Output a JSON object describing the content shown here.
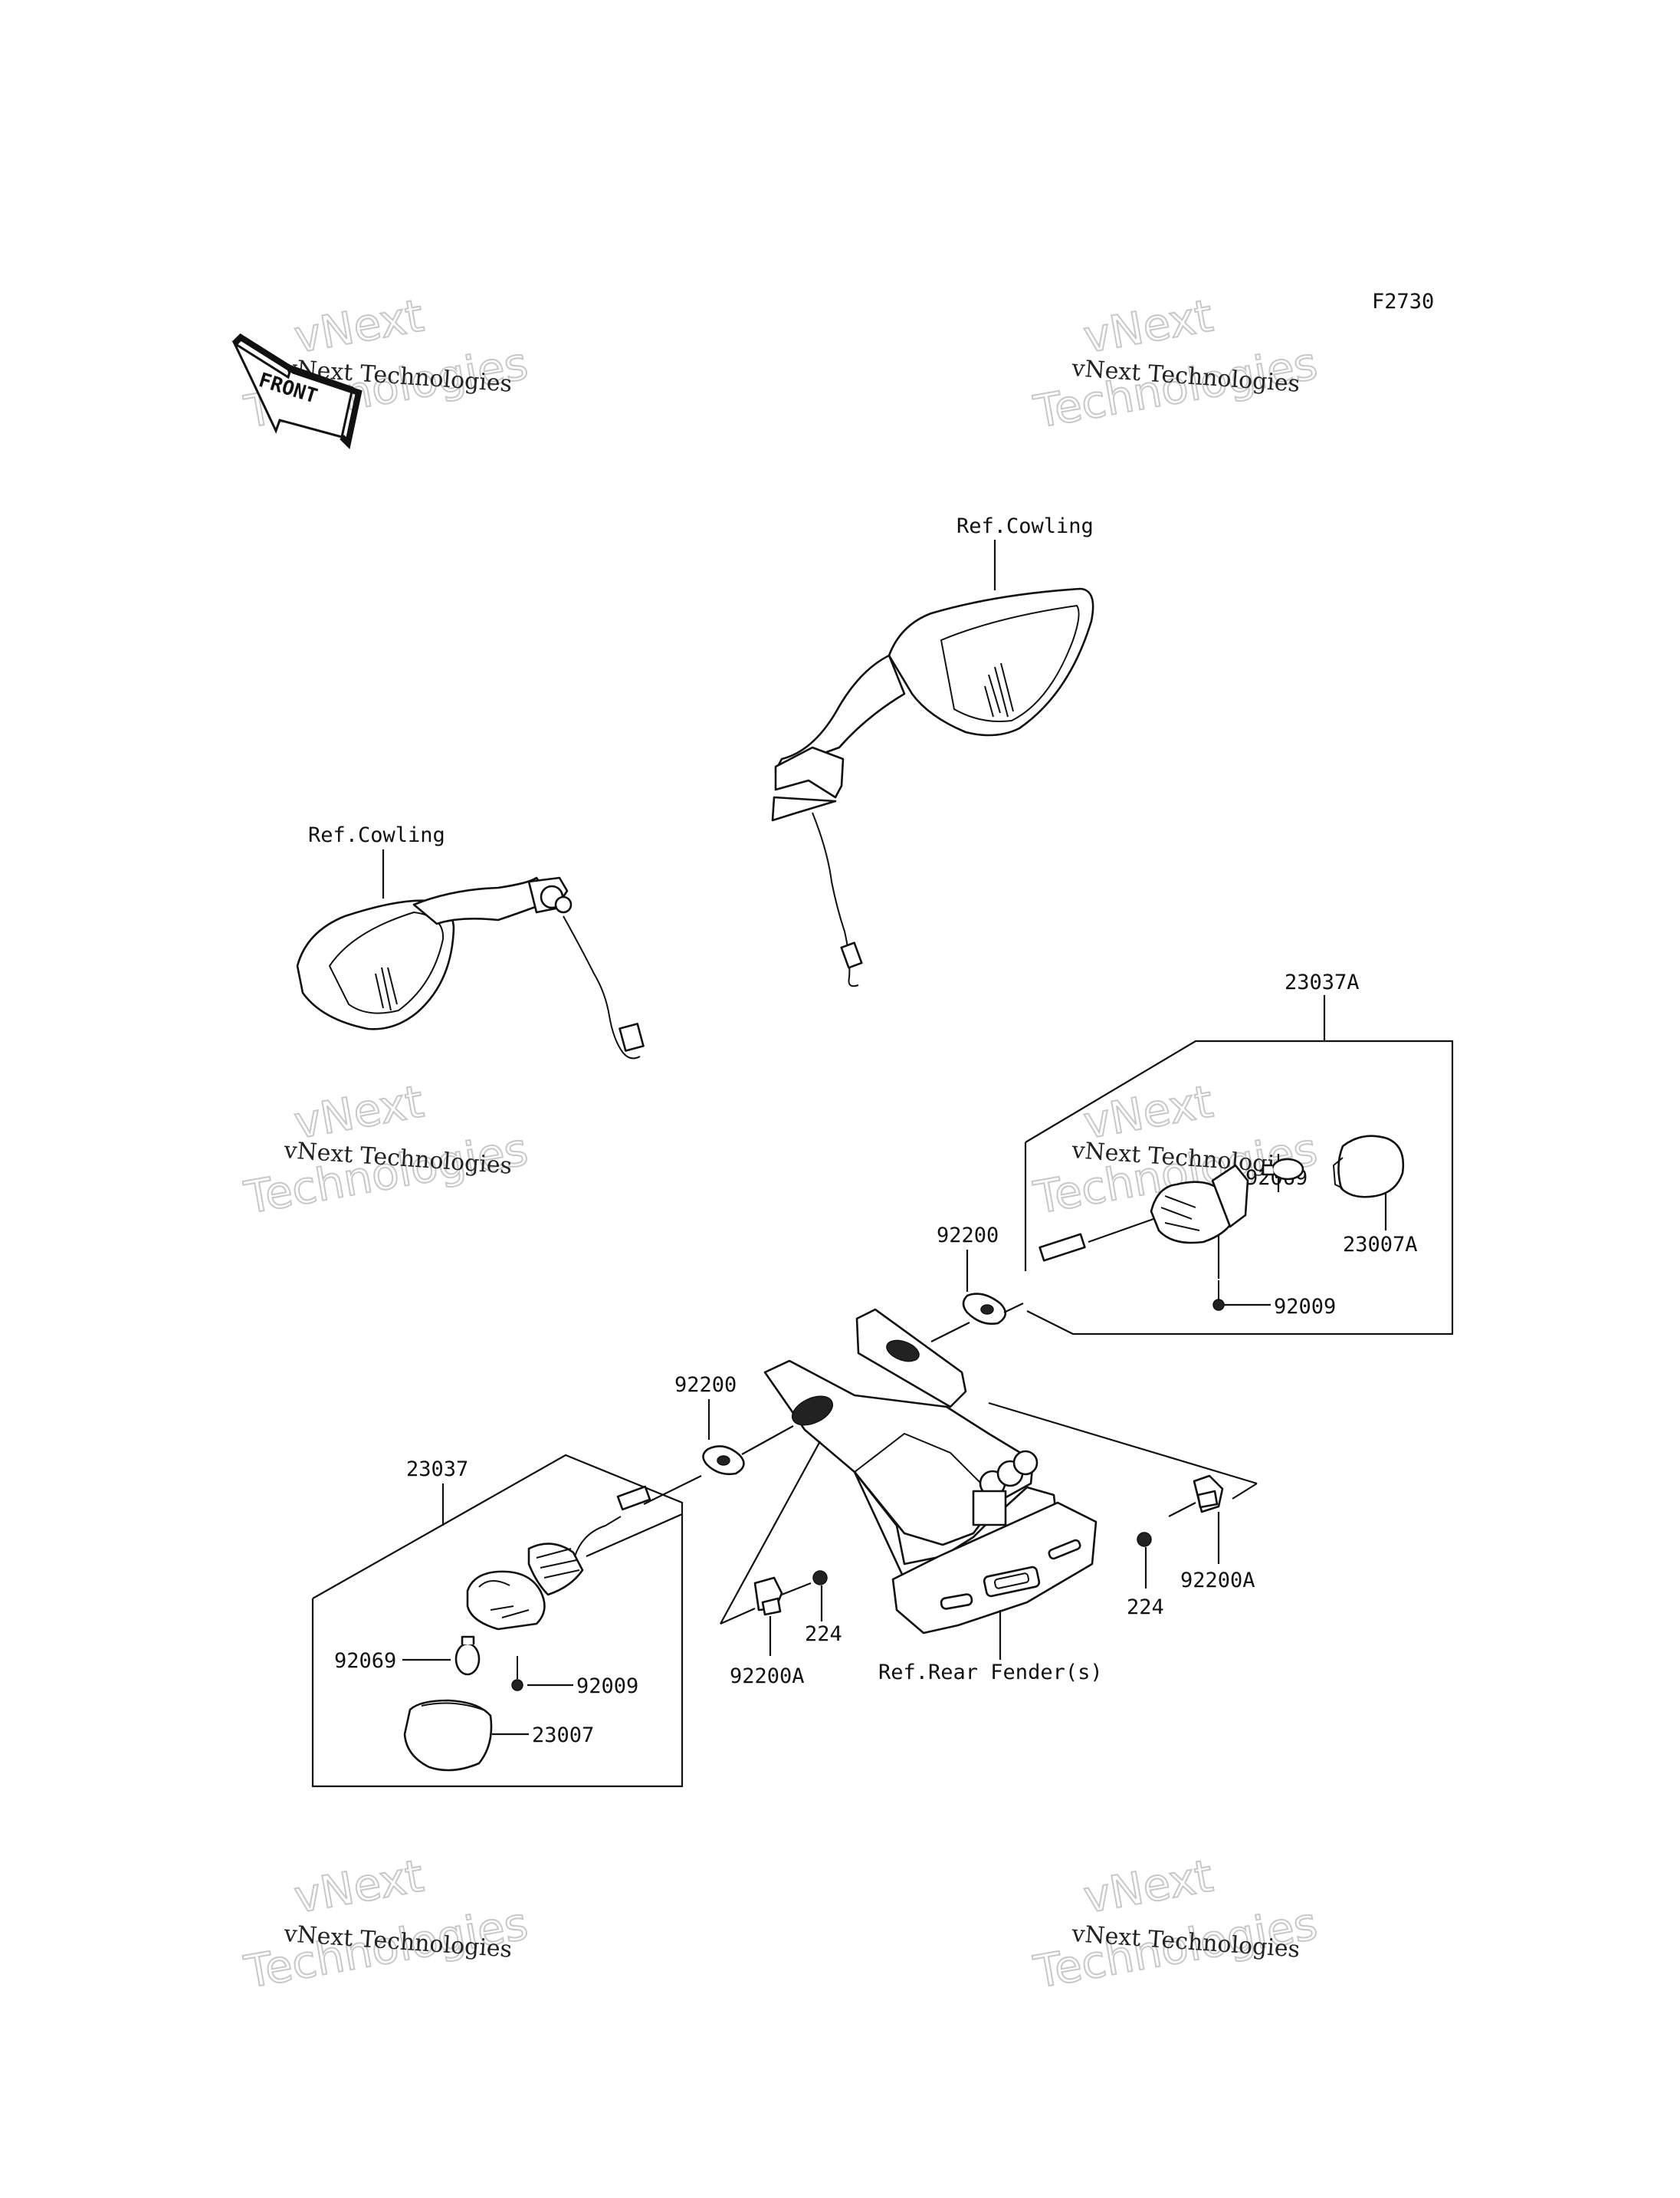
{
  "diagram_code": "F2730",
  "direction_label": "FRONT",
  "watermark": {
    "line1": "vNext",
    "line2": "Technologies",
    "caption": "vNext Technologies"
  },
  "labels": {
    "ref_cowling_right": "Ref.Cowling",
    "ref_cowling_left": "Ref.Cowling",
    "part_23037A": "23037A",
    "part_92069_right": "92069",
    "part_23007A": "23007A",
    "part_92200_right": "92200",
    "part_92009_right": "92009",
    "part_92200_left": "92200",
    "part_23037": "23037",
    "part_224_left": "224",
    "part_224_right": "224",
    "part_92200A_right": "92200A",
    "part_92200A_left": "92200A",
    "ref_rear_fender": "Ref.Rear Fender(s)",
    "part_92069_left": "92069",
    "part_92009_left": "92009",
    "part_23007": "23007"
  }
}
